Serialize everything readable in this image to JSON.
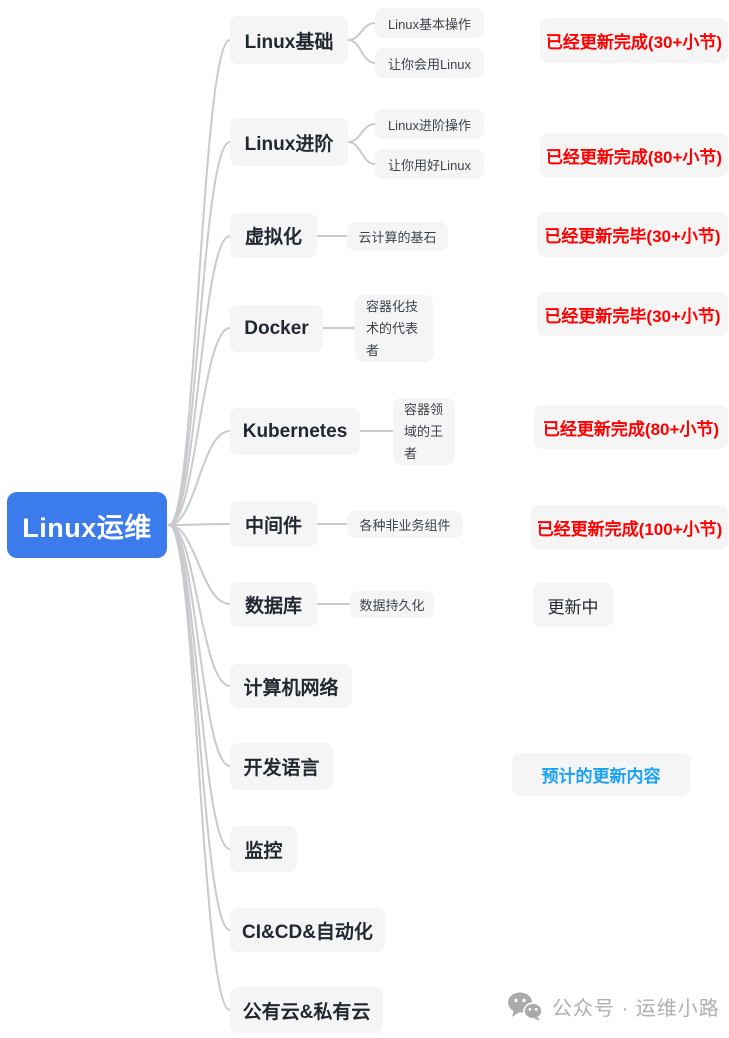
{
  "root": {
    "label": "Linux运维"
  },
  "topics": [
    {
      "label": "Linux基础",
      "children": [
        "Linux基本操作",
        "让你会用Linux"
      ]
    },
    {
      "label": "Linux进阶",
      "children": [
        "Linux进阶操作",
        "让你用好Linux"
      ]
    },
    {
      "label": "虚拟化",
      "children": [
        "云计算的基石"
      ]
    },
    {
      "label": "Docker",
      "children": [
        "容器化技术的代表者"
      ]
    },
    {
      "label": "Kubernetes",
      "children": [
        "容器领域的王者"
      ]
    },
    {
      "label": "中间件",
      "children": [
        "各种非业务组件"
      ]
    },
    {
      "label": "数据库",
      "children": [
        "数据持久化"
      ]
    },
    {
      "label": "计算机网络",
      "children": []
    },
    {
      "label": "开发语言",
      "children": []
    },
    {
      "label": "监控",
      "children": []
    },
    {
      "label": "CI&CD&自动化",
      "children": []
    },
    {
      "label": "公有云&私有云",
      "children": []
    }
  ],
  "statuses": [
    {
      "text": "已经更新完成(30+小节)",
      "color": "#ff0000"
    },
    {
      "text": "已经更新完成(80+小节)",
      "color": "#ff0000"
    },
    {
      "text": "已经更新完毕(30+小节)",
      "color": "#ff0000"
    },
    {
      "text": "已经更新完毕(30+小节)",
      "color": "#ff0000"
    },
    {
      "text": "已经更新完成(80+小节)",
      "color": "#ff0000"
    },
    {
      "text": "已经更新完成(100+小节)",
      "color": "#ff0000"
    },
    {
      "text": "更新中",
      "color": "#24292f"
    },
    {
      "text": "预计的更新内容",
      "color": "#1ba1f1"
    }
  ],
  "colors": {
    "root_bg": "#3b7bec",
    "node_bg": "#f5f5f6",
    "connector": "#c9cacd",
    "status_red": "#ff0000",
    "status_blue": "#1ba1f1"
  },
  "watermark": {
    "text": "公众号 · 运维小路"
  }
}
